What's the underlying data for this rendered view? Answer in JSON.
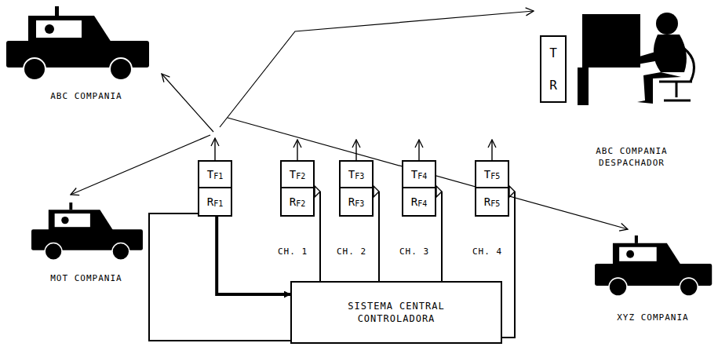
{
  "diagram": {
    "nodes": [
      {
        "text": [
          "T",
          "F1",
          "R",
          "F1"
        ]
      },
      {
        "text": [
          "T",
          "F2",
          "R",
          "F2"
        ]
      },
      {
        "text": [
          "T",
          "F3",
          "R",
          "F3"
        ]
      },
      {
        "text": [
          "T",
          "F4",
          "R",
          "F4"
        ]
      },
      {
        "text": [
          "T",
          "F5",
          "R",
          "F5"
        ]
      },
      {
        "text": [
          "SISTEMA CENTRAL CONTROLADORA"
        ]
      },
      {
        "text": [
          "T",
          "R"
        ]
      }
    ],
    "edges": [
      {
        "from": 0,
        "to": 5,
        "arrow": "to"
      },
      {
        "from": 0,
        "to": 5,
        "arrow": "none"
      },
      {
        "from": 1,
        "to": 5,
        "arrow": "none"
      },
      {
        "from": 2,
        "to": 5,
        "arrow": "none"
      },
      {
        "from": 3,
        "to": 5,
        "arrow": "none"
      },
      {
        "from": 4,
        "to": 5,
        "arrow": "none"
      }
    ],
    "labels": [
      "ABC COMPANIA",
      "ABC COMPANIA DESPACHADOR",
      "MOT COMPANIA",
      "XYZ COMPANIA",
      "CH. 1",
      "CH. 2",
      "CH. 3",
      "CH. 4"
    ]
  }
}
